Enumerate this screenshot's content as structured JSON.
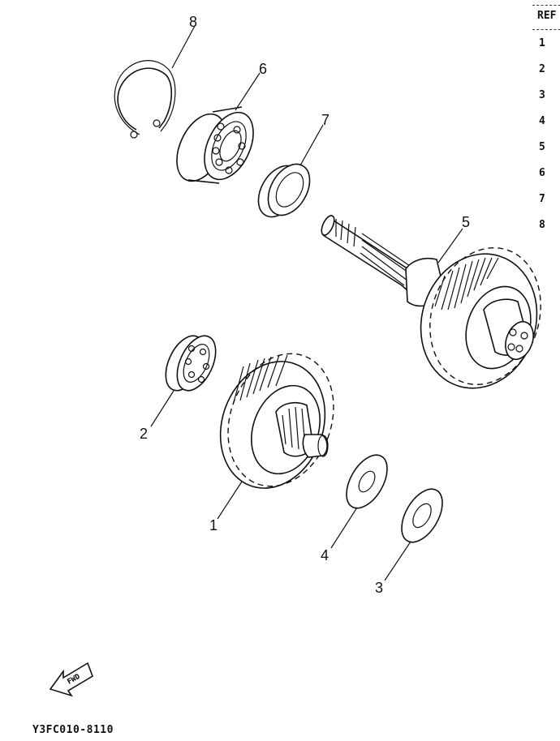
{
  "callouts": {
    "c1": "1",
    "c2": "2",
    "c3": "3",
    "c4": "4",
    "c5": "5",
    "c6": "6",
    "c7": "7",
    "c8": "8"
  },
  "ref_table": {
    "header": "REF",
    "rows": [
      "1",
      "2",
      "3",
      "4",
      "5",
      "6",
      "7",
      "8"
    ]
  },
  "fwd_label": "FWD",
  "figure_code": "Y3FC010-8110"
}
